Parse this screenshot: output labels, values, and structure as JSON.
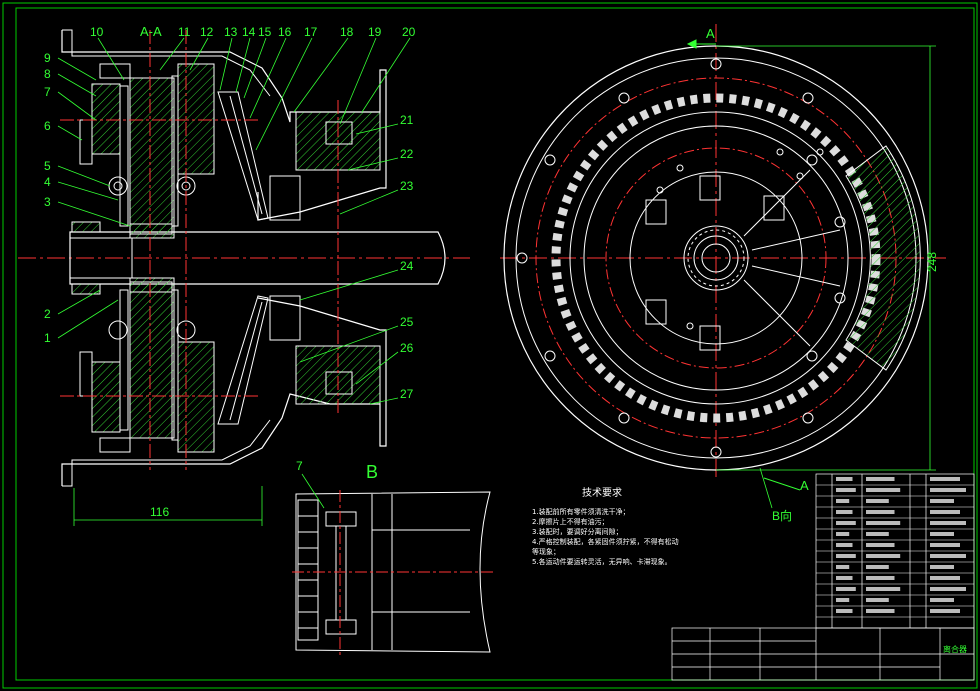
{
  "callouts_left": [
    "9",
    "8",
    "7",
    "6",
    "5",
    "4",
    "3",
    "2",
    "1"
  ],
  "callouts_top": [
    "10",
    "11",
    "12",
    "13",
    "14",
    "15",
    "16",
    "17",
    "18",
    "19",
    "20"
  ],
  "callouts_right": [
    "21",
    "22",
    "23",
    "24",
    "25",
    "26",
    "27"
  ],
  "section_label": "A-A",
  "view_label_b": "B",
  "detail_callout": "7",
  "dimension_bottom": "116",
  "dimension_right": "248",
  "axis_label_a_top": "A",
  "axis_label_a_bottom": "A",
  "direction_label": "B向",
  "tech_title": "技术要求",
  "tech_notes": [
    "1.装配前所有零件须清洗干净；",
    "2.摩擦片上不得有油污；",
    "3.装配时，要调好分离间隙；",
    "4.严格控制装配，各紧固件须拧紧，不得有松动",
    "  等现象；",
    "5.各运动件要运转灵活，无异响、卡滞现象。"
  ],
  "title_block_name": "离合器",
  "colors": {
    "frame": "#00cc00",
    "outline": "#ffffff",
    "centerline": "#ff3333",
    "hatch": "#33ff33",
    "callout": "#33ff33",
    "dimension": "#33ff33"
  }
}
